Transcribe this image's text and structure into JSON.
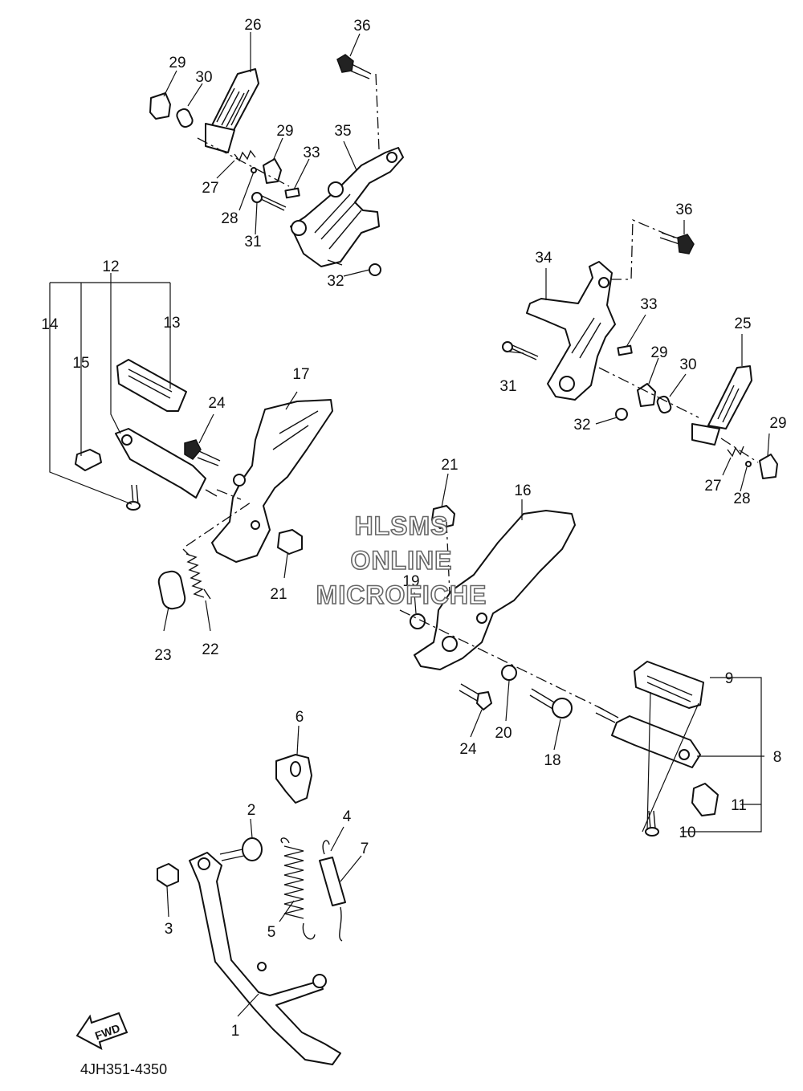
{
  "document_code": "4JH351-4350",
  "fwd_label": "FWD",
  "watermark": [
    "HLSMS",
    "ONLINE",
    "MICROFICHE"
  ],
  "callouts": {
    "c1": "1",
    "c2": "2",
    "c3": "3",
    "c4": "4",
    "c5": "5",
    "c6": "6",
    "c7": "7",
    "c8": "8",
    "c9": "9",
    "c10": "10",
    "c11": "11",
    "c12": "12",
    "c13": "13",
    "c14": "14",
    "c15": "15",
    "c16": "16",
    "c17": "17",
    "c18": "18",
    "c19": "19",
    "c20": "20",
    "c21a": "21",
    "c21b": "21",
    "c22": "22",
    "c23": "23",
    "c24a": "24",
    "c24b": "24",
    "c25": "25",
    "c26": "26",
    "c27a": "27",
    "c27b": "27",
    "c28a": "28",
    "c28b": "28",
    "c29a": "29",
    "c29b": "29",
    "c29c": "29",
    "c29d": "29",
    "c30a": "30",
    "c30b": "30",
    "c31a": "31",
    "c31b": "31",
    "c32a": "32",
    "c32b": "32",
    "c33a": "33",
    "c33b": "33",
    "c34": "34",
    "c35": "35",
    "c36a": "36",
    "c36b": "36"
  }
}
